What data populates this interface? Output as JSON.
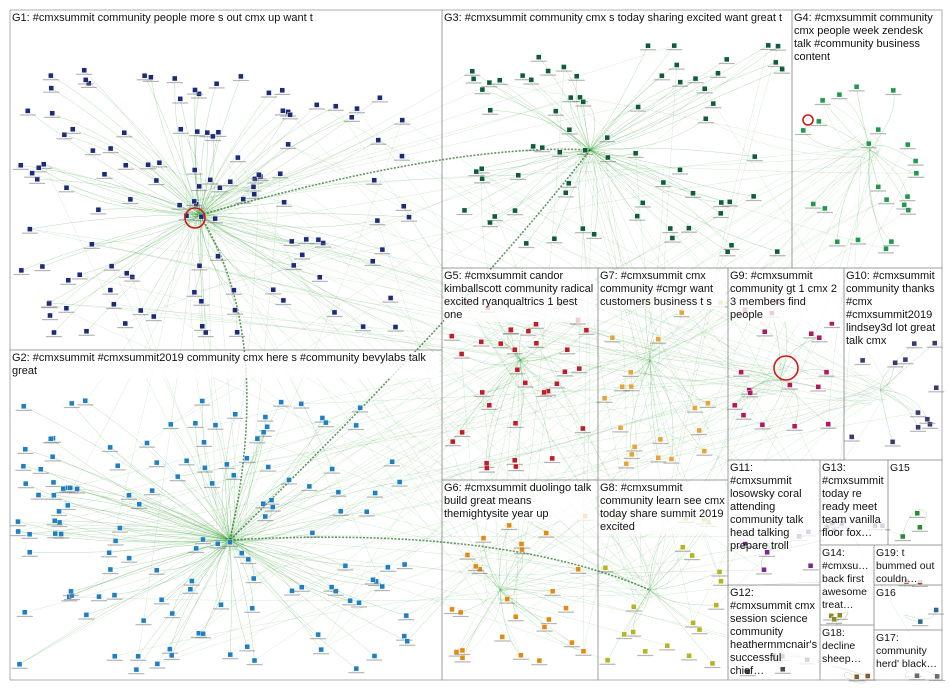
{
  "groups": [
    {
      "id": "G1",
      "label": "G1: #cmxsummit community people more s out cmx up want t",
      "color": "#1c2a78",
      "nodes": 120
    },
    {
      "id": "G2",
      "label": "G2: #cmxsummit #cmxsummit2019 community cmx here s #community bevylabs talk great",
      "color": "#1e7fc2",
      "nodes": 130
    },
    {
      "id": "G3",
      "label": "G3: #cmxsummit community cmx s today sharing excited want great t",
      "color": "#0f5c3a",
      "nodes": 70
    },
    {
      "id": "G4",
      "label": "G4: #cmxsummit community cmx people week zendesk talk #community business content",
      "color": "#1f9a4a",
      "nodes": 22
    },
    {
      "id": "G5",
      "label": "G5: #cmxsummit candor kimballscott community radical excited ryanqualtrics 1 best one",
      "color": "#c01d2c",
      "nodes": 34
    },
    {
      "id": "G6",
      "label": "G6: #cmxsummit duolingo talk build great means themightysite year up",
      "color": "#e38a14",
      "nodes": 26
    },
    {
      "id": "G7",
      "label": "G7: #cmxsummit cmx community #cmgr want customers business t s",
      "color": "#e6a43a",
      "nodes": 20
    },
    {
      "id": "G8",
      "label": "G8: #cmxsummit community learn see cmx today share summit 2019 excited",
      "color": "#b5b524",
      "nodes": 20
    },
    {
      "id": "G9",
      "label": "G9: #cmxsummit community gt 1 cmx 2 3 members find people",
      "color": "#b2185f",
      "nodes": 18
    },
    {
      "id": "G10",
      "label": "G10: #cmxsummit community thanks #cmx #cmxsummit2019 lindsey3d lot great talk cmx",
      "color": "#3a3a6e",
      "nodes": 12
    },
    {
      "id": "G11",
      "label": "G11: #cmxsummit losowsky coral attending community talk head talking prepare troll",
      "color": "#7a2a8c",
      "nodes": 6
    },
    {
      "id": "G12",
      "label": "G12: #cmxsummit cmx session science community heathermmcnair's successful chief…",
      "color": "#4a4a4a",
      "nodes": 6
    },
    {
      "id": "G13",
      "label": "G13: #cmxsummit today re ready meet team vanilla floor fox…",
      "color": "#5a3a8a",
      "nodes": 6
    },
    {
      "id": "G14",
      "label": "G14: #cmxsu… back first awesome treat…",
      "color": "#8a8a2a",
      "nodes": 3
    },
    {
      "id": "G15",
      "label": "G15",
      "color": "#2a8a3a",
      "nodes": 3
    },
    {
      "id": "G16",
      "label": "G16",
      "color": "#2a6a8a",
      "nodes": 2
    },
    {
      "id": "G17",
      "label": "G17: community herd' black…",
      "color": "#6a6a6a",
      "nodes": 2
    },
    {
      "id": "G18",
      "label": "G18: decline sheep…",
      "color": "#8a5a2a",
      "nodes": 2
    },
    {
      "id": "G19",
      "label": "G19: t bummed out couldn…",
      "color": "#9a3a3a",
      "nodes": 2
    }
  ],
  "colors": {
    "edge": "#2f9a2f",
    "border": "#9a9a9a",
    "loop": "#d01818"
  }
}
